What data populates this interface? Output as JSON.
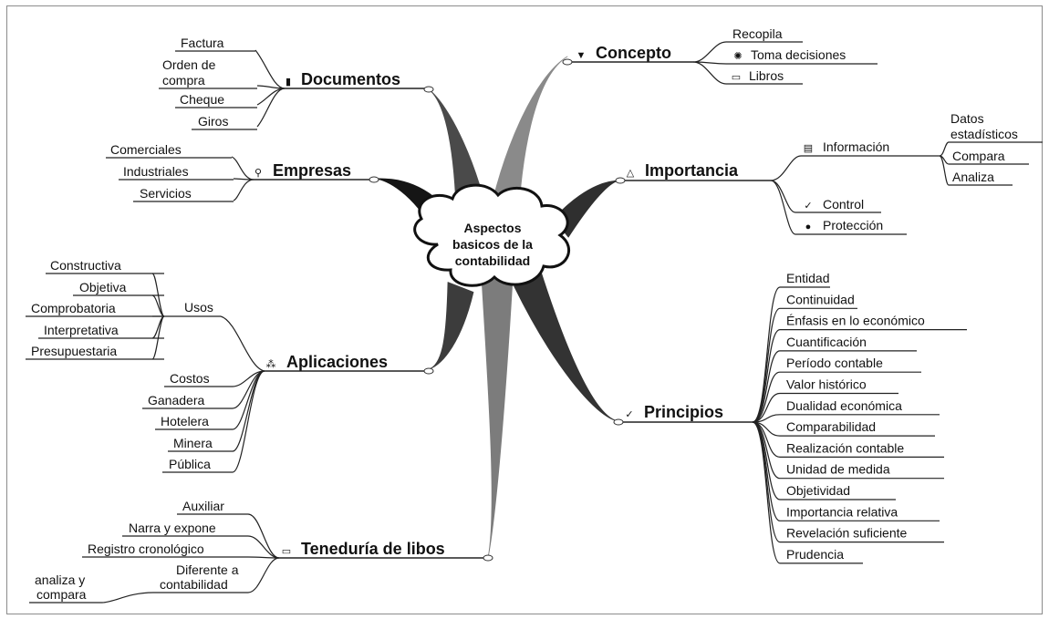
{
  "center": {
    "lines": [
      "Aspectos",
      "basicos de la",
      "contabilidad"
    ]
  },
  "branches": {
    "documentos": {
      "label": "Documentos",
      "icon": "page-icon",
      "children": [
        [
          "Factura"
        ],
        [
          "Orden de",
          "compra"
        ],
        [
          "Cheque"
        ],
        [
          "Giros"
        ]
      ]
    },
    "empresas": {
      "label": "Empresas",
      "icon": "magnifier-icon",
      "children": [
        [
          "Comerciales"
        ],
        [
          "Industriales"
        ],
        [
          "Servicios"
        ]
      ]
    },
    "aplicaciones": {
      "label": "Aplicaciones",
      "icon": "org-chart-icon",
      "usos": {
        "label": "Usos",
        "children": [
          "Constructiva",
          "Objetiva",
          "Comprobatoria",
          "Interpretativa",
          "Presupuestaria"
        ]
      },
      "children": [
        "Costos",
        "Ganadera",
        "Hotelera",
        "Minera",
        "Pública"
      ]
    },
    "teneduria": {
      "label": "Teneduría de libos",
      "icon": "book-icon",
      "children": [
        [
          "Auxiliar"
        ],
        [
          "Narra y expone"
        ],
        [
          "Registro cronológico"
        ],
        [
          "Diferente a",
          "contabilidad"
        ]
      ],
      "sub": [
        "analiza y",
        "compara"
      ]
    },
    "concepto": {
      "label": "Concepto",
      "icon": "funnel-icon",
      "children": [
        "Recopila",
        "Toma decisiones",
        "Libros"
      ],
      "child_icons": [
        "",
        "gear-icon",
        "book-icon"
      ]
    },
    "importancia": {
      "label": "Importancia",
      "icon": "warning-triangle-icon",
      "informacion": {
        "label": "Información",
        "icon": "chart-icon",
        "children": [
          [
            "Datos",
            "estadísticos"
          ],
          [
            "Compara"
          ],
          [
            "Analiza"
          ]
        ]
      },
      "children": [
        "Control",
        "Protección"
      ],
      "child_icons": [
        "check-icon",
        "shield-icon"
      ]
    },
    "principios": {
      "label": "Principios",
      "icon": "checkmark-icon",
      "children": [
        "Entidad",
        "Continuidad",
        "Énfasis en lo económico",
        "Cuantificación",
        "Período contable",
        "Valor histórico",
        "Dualidad económica",
        "Comparabilidad",
        "Realización contable",
        "Unidad de medida",
        "Objetividad",
        "Importancia relativa",
        "Revelación suficiente",
        "Prudencia"
      ]
    }
  }
}
